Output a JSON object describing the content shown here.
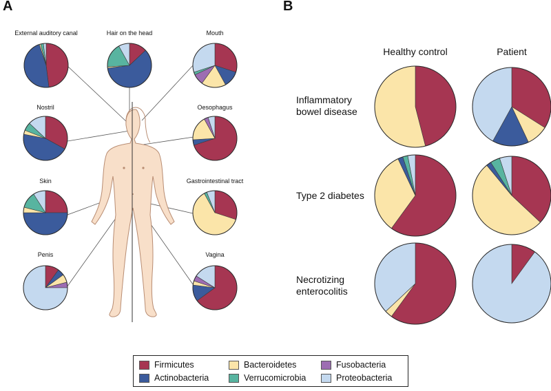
{
  "panels": {
    "a": {
      "letter": "A"
    },
    "b": {
      "letter": "B",
      "col_headers": [
        "Healthy control",
        "Patient"
      ],
      "rows": [
        {
          "label_lines": [
            "Inflammatory",
            "bowel disease"
          ]
        },
        {
          "label_lines": [
            "Type 2 diabetes"
          ]
        },
        {
          "label_lines": [
            "Necrotizing",
            "enterocolitis"
          ]
        }
      ]
    }
  },
  "colors": {
    "Firmicutes": "#a63652",
    "Actinobacteria": "#3b5b9c",
    "Bacteroidetes": "#fbe5a9",
    "Verrucomicrobia": "#58b4a0",
    "Fusobacteria": "#9d6db2",
    "Proteobacteria": "#c4d9ef",
    "other": "#ffffff"
  },
  "body_colors": {
    "skin": "#f8dfc9",
    "outline": "#b88c72"
  },
  "legend": [
    {
      "name": "Firmicutes"
    },
    {
      "name": "Bacteroidetes"
    },
    {
      "name": "Fusobacteria"
    },
    {
      "name": "Actinobacteria"
    },
    {
      "name": "Verrucomicrobia"
    },
    {
      "name": "Proteobacteria"
    }
  ],
  "chart_data": [
    {
      "type": "pie",
      "panel": "A",
      "unit": "percent of bacterial community",
      "charts": [
        {
          "label": "External auditory canal",
          "slices": [
            {
              "phylum": "Firmicutes",
              "value": 48
            },
            {
              "phylum": "Actinobacteria",
              "value": 47
            },
            {
              "phylum": "Bacteroidetes",
              "value": 1
            },
            {
              "phylum": "Verrucomicrobia",
              "value": 2
            },
            {
              "phylum": "Proteobacteria",
              "value": 2
            }
          ]
        },
        {
          "label": "Hair on the head",
          "slices": [
            {
              "phylum": "Firmicutes",
              "value": 13
            },
            {
              "phylum": "Actinobacteria",
              "value": 60
            },
            {
              "phylum": "Bacteroidetes",
              "value": 1
            },
            {
              "phylum": "Verrucomicrobia",
              "value": 18
            },
            {
              "phylum": "Proteobacteria",
              "value": 8
            }
          ]
        },
        {
          "label": "Mouth",
          "slices": [
            {
              "phylum": "Firmicutes",
              "value": 30
            },
            {
              "phylum": "Actinobacteria",
              "value": 12
            },
            {
              "phylum": "Bacteroidetes",
              "value": 18
            },
            {
              "phylum": "Fusobacteria",
              "value": 8
            },
            {
              "phylum": "Verrucomicrobia",
              "value": 2
            },
            {
              "phylum": "Proteobacteria",
              "value": 30
            }
          ]
        },
        {
          "label": "Nostril",
          "slices": [
            {
              "phylum": "Firmicutes",
              "value": 33
            },
            {
              "phylum": "Actinobacteria",
              "value": 45
            },
            {
              "phylum": "Bacteroidetes",
              "value": 3
            },
            {
              "phylum": "Verrucomicrobia",
              "value": 6
            },
            {
              "phylum": "Proteobacteria",
              "value": 13
            }
          ]
        },
        {
          "label": "Oesophagus",
          "slices": [
            {
              "phylum": "Firmicutes",
              "value": 70
            },
            {
              "phylum": "Actinobacteria",
              "value": 4
            },
            {
              "phylum": "Bacteroidetes",
              "value": 18
            },
            {
              "phylum": "Fusobacteria",
              "value": 3
            },
            {
              "phylum": "Proteobacteria",
              "value": 5
            }
          ]
        },
        {
          "label": "Skin",
          "slices": [
            {
              "phylum": "Firmicutes",
              "value": 25
            },
            {
              "phylum": "Actinobacteria",
              "value": 50
            },
            {
              "phylum": "Bacteroidetes",
              "value": 4
            },
            {
              "phylum": "Verrucomicrobia",
              "value": 12
            },
            {
              "phylum": "Proteobacteria",
              "value": 9
            }
          ]
        },
        {
          "label": "Gastrointestinal tract",
          "slices": [
            {
              "phylum": "Firmicutes",
              "value": 30
            },
            {
              "phylum": "Bacteroidetes",
              "value": 62
            },
            {
              "phylum": "Verrucomicrobia",
              "value": 2
            },
            {
              "phylum": "Proteobacteria",
              "value": 6
            }
          ]
        },
        {
          "label": "Penis",
          "slices": [
            {
              "phylum": "Firmicutes",
              "value": 10
            },
            {
              "phylum": "Actinobacteria",
              "value": 5
            },
            {
              "phylum": "Bacteroidetes",
              "value": 6
            },
            {
              "phylum": "Fusobacteria",
              "value": 4
            },
            {
              "phylum": "Proteobacteria",
              "value": 75
            }
          ]
        },
        {
          "label": "Vagina",
          "slices": [
            {
              "phylum": "Firmicutes",
              "value": 65
            },
            {
              "phylum": "Actinobacteria",
              "value": 12
            },
            {
              "phylum": "Bacteroidetes",
              "value": 3
            },
            {
              "phylum": "Fusobacteria",
              "value": 4
            },
            {
              "phylum": "Proteobacteria",
              "value": 16
            }
          ]
        }
      ]
    },
    {
      "type": "pie",
      "panel": "B",
      "unit": "percent of gut bacterial community",
      "charts": [
        {
          "row": "Inflammatory bowel disease",
          "column": "Healthy control",
          "slices": [
            {
              "phylum": "Firmicutes",
              "value": 46
            },
            {
              "phylum": "Bacteroidetes",
              "value": 54
            }
          ]
        },
        {
          "row": "Inflammatory bowel disease",
          "column": "Patient",
          "slices": [
            {
              "phylum": "Firmicutes",
              "value": 34
            },
            {
              "phylum": "Bacteroidetes",
              "value": 9
            },
            {
              "phylum": "Actinobacteria",
              "value": 15
            },
            {
              "phylum": "Proteobacteria",
              "value": 42
            }
          ]
        },
        {
          "row": "Type 2 diabetes",
          "column": "Healthy control",
          "slices": [
            {
              "phylum": "Firmicutes",
              "value": 60
            },
            {
              "phylum": "Bacteroidetes",
              "value": 33
            },
            {
              "phylum": "Actinobacteria",
              "value": 2
            },
            {
              "phylum": "Verrucomicrobia",
              "value": 2
            },
            {
              "phylum": "Proteobacteria",
              "value": 3
            }
          ]
        },
        {
          "row": "Type 2 diabetes",
          "column": "Patient",
          "slices": [
            {
              "phylum": "Firmicutes",
              "value": 37
            },
            {
              "phylum": "Bacteroidetes",
              "value": 52
            },
            {
              "phylum": "Actinobacteria",
              "value": 2
            },
            {
              "phylum": "Verrucomicrobia",
              "value": 4
            },
            {
              "phylum": "Proteobacteria",
              "value": 5
            }
          ]
        },
        {
          "row": "Necrotizing enterocolitis",
          "column": "Healthy control",
          "slices": [
            {
              "phylum": "Firmicutes",
              "value": 60
            },
            {
              "phylum": "Bacteroidetes",
              "value": 3
            },
            {
              "phylum": "Proteobacteria",
              "value": 37
            }
          ]
        },
        {
          "row": "Necrotizing enterocolitis",
          "column": "Patient",
          "slices": [
            {
              "phylum": "Firmicutes",
              "value": 10
            },
            {
              "phylum": "Proteobacteria",
              "value": 90
            }
          ]
        }
      ]
    }
  ]
}
